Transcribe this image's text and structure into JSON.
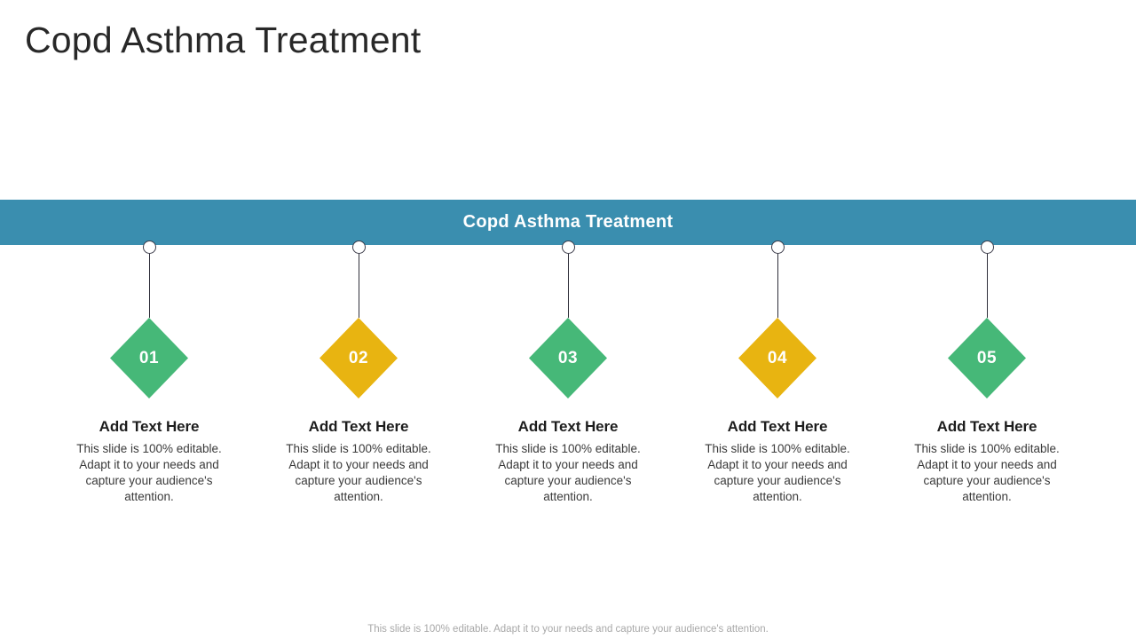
{
  "slide": {
    "title": "Copd Asthma Treatment",
    "banner_title": "Copd Asthma Treatment",
    "footer_note": "This slide is 100% editable. Adapt it to your needs and capture your audience's attention."
  },
  "colors": {
    "banner": "#3a8eaf",
    "green": "#46b878",
    "yellow": "#e8b411",
    "title_text": "#282828",
    "body_text": "#3a3a3a",
    "footer_text": "#a8a8a8",
    "connector": "#2f2f3a"
  },
  "timeline": {
    "items": [
      {
        "number": "01",
        "color": "#46b878",
        "heading": "Add Text Here",
        "body": "This slide is 100% editable. Adapt it to your needs and capture your audience's attention."
      },
      {
        "number": "02",
        "color": "#e8b411",
        "heading": "Add Text Here",
        "body": "This slide is 100% editable. Adapt it to your needs and capture your audience's attention."
      },
      {
        "number": "03",
        "color": "#46b878",
        "heading": "Add Text Here",
        "body": "This slide is 100% editable. Adapt it to your needs and capture your audience's attention."
      },
      {
        "number": "04",
        "color": "#e8b411",
        "heading": "Add Text Here",
        "body": "This slide is 100% editable. Adapt it to your needs and capture your audience's attention."
      },
      {
        "number": "05",
        "color": "#46b878",
        "heading": "Add Text Here",
        "body": "This slide is 100% editable. Adapt it to your needs and capture your audience's attention."
      }
    ]
  }
}
